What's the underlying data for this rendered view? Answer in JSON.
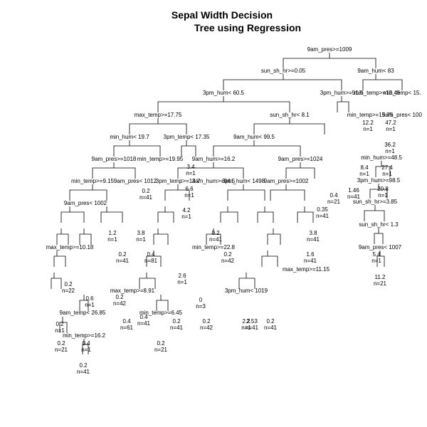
{
  "title": {
    "line1": "Sepal Width Decision",
    "line2": "Tree using Regression"
  },
  "nodes": {
    "root": "9am_pres>=1009",
    "l1a": "sun_sh_hr>=0.05",
    "l1b": "9am_hum< 83",
    "l2a": "3pm_hum< 60.5",
    "l2b": "3pm_hum>=91.5",
    "l2c": "min_temp>=12.45",
    "l2d": "min_temp< 15.",
    "l3a": "max_temp>=17.75",
    "l3b": "sun_sh_hr< 8.1",
    "l3c": "min_temp>=15.75",
    "l3d": "9am_pres< 100",
    "l4a": "min_hum< 19.7",
    "l4b": "3pm_temp< 17.35",
    "l4c": "9am_hum< 99.5",
    "l4d": "9am_hum>=16.2",
    "l5a": "9am_pres>=1018",
    "l5b": "min_temp>=19.95",
    "l5c": "9am_pres< 1012",
    "l5d": "9am_pres>=1024",
    "l6a": "min_temp>=9.15",
    "l6b": "9am_pres< 1002",
    "l6c": "3pm_temp>=14.7",
    "l6d": "3am_hum>=94.5",
    "l6e": "3pm_hum< 1498",
    "l6f": "9am_pres>=1002",
    "r1": "min_hum>=48.5",
    "r2": "3pm_hum>=98.5",
    "r3": "sun_sh_hr>=3.85",
    "r4": "sun_sh_hr< 1.3",
    "r5": "9am_pres< 1007",
    "d1": "max_temp>=10.18",
    "d2": "max_temp>=8.91",
    "d3": "min_temp>=6.45",
    "d4": "min_temp>=16.2",
    "d5": "9am_temp< 26.85",
    "d6": "max_temp>=11.15",
    "d7": "min_temp>=22.8",
    "d8": "3pm_hum< 1019"
  },
  "leaves": [
    {
      "v": "4.2",
      "n": "n=1"
    },
    {
      "v": "6.6",
      "n": "n=1"
    },
    {
      "v": "3.4",
      "n": "n=1"
    },
    {
      "v": "0.2",
      "n": "n=41"
    },
    {
      "v": "1.2",
      "n": "n=1"
    },
    {
      "v": "0.2",
      "n": "n=41"
    },
    {
      "v": "3.8",
      "n": "n=1"
    },
    {
      "v": "0.4",
      "n": "n=81"
    },
    {
      "v": "2.6",
      "n": "n=1"
    },
    {
      "v": "0.2",
      "n": "n=42"
    },
    {
      "v": "0.4",
      "n": "n=61"
    },
    {
      "v": "0.2",
      "n": "n=21"
    },
    {
      "v": "2.2",
      "n": "n=1"
    },
    {
      "v": "0.4",
      "n": "n=41"
    },
    {
      "v": "0.2",
      "n": "n=41"
    },
    {
      "v": "0.2",
      "n": "n=42"
    },
    {
      "v": "0.6",
      "n": "n=1"
    },
    {
      "v": "0.2",
      "n": "n=22"
    },
    {
      "v": "0.4",
      "n": "n=1"
    },
    {
      "v": "0.2",
      "n": "n=41"
    },
    {
      "v": "2.53",
      "n": "n=41"
    },
    {
      "v": "0.2",
      "n": "n=41"
    },
    {
      "v": "12.2",
      "n": "n=1"
    },
    {
      "v": "47.2",
      "n": "n=1"
    },
    {
      "v": "8.4",
      "n": "n=1"
    },
    {
      "v": "27.4",
      "n": "n=1"
    },
    {
      "v": "36.2",
      "n": "n=1"
    },
    {
      "v": "20.8",
      "n": "n=1"
    },
    {
      "v": "5.4",
      "n": "n=1"
    },
    {
      "v": "11.2",
      "n": "n=21"
    },
    {
      "v": "1.46",
      "n": "n=41"
    },
    {
      "v": "0.4",
      "n": "n=21"
    },
    {
      "v": "0.35",
      "n": "n=41"
    },
    {
      "v": "3.8",
      "n": "n=41"
    },
    {
      "v": "1.6",
      "n": "n=41"
    },
    {
      "v": "0",
      "n": "n=3"
    },
    {
      "v": "0.2",
      "n": "n=21"
    },
    {
      "v": "0.2",
      "n": "n=1"
    },
    {
      "v": "0.2",
      "n": "n=41"
    },
    {
      "v": "0.2",
      "n": "n=42"
    }
  ]
}
